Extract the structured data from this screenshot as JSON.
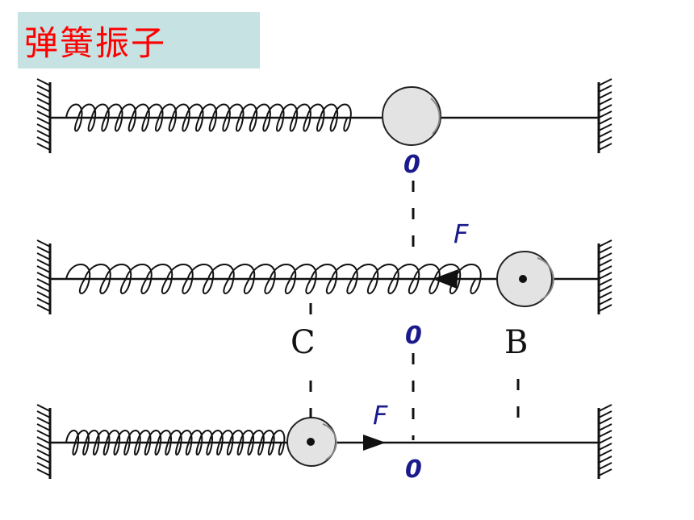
{
  "title": "弹簧振子",
  "labels": {
    "origin_top": "0",
    "origin_mid": "0",
    "origin_bot": "0",
    "force_mid": "F",
    "force_bot": "F",
    "point_c": "C",
    "point_b": "B"
  },
  "colors": {
    "title_background": "#c6e2e3",
    "title_text": "#ff0000",
    "label_blue": "#1a1a8c",
    "line": "#111111"
  },
  "icons": [
    "wall-hatch-icon",
    "spring-coil-icon",
    "ball-icon",
    "force-arrow-icon"
  ]
}
